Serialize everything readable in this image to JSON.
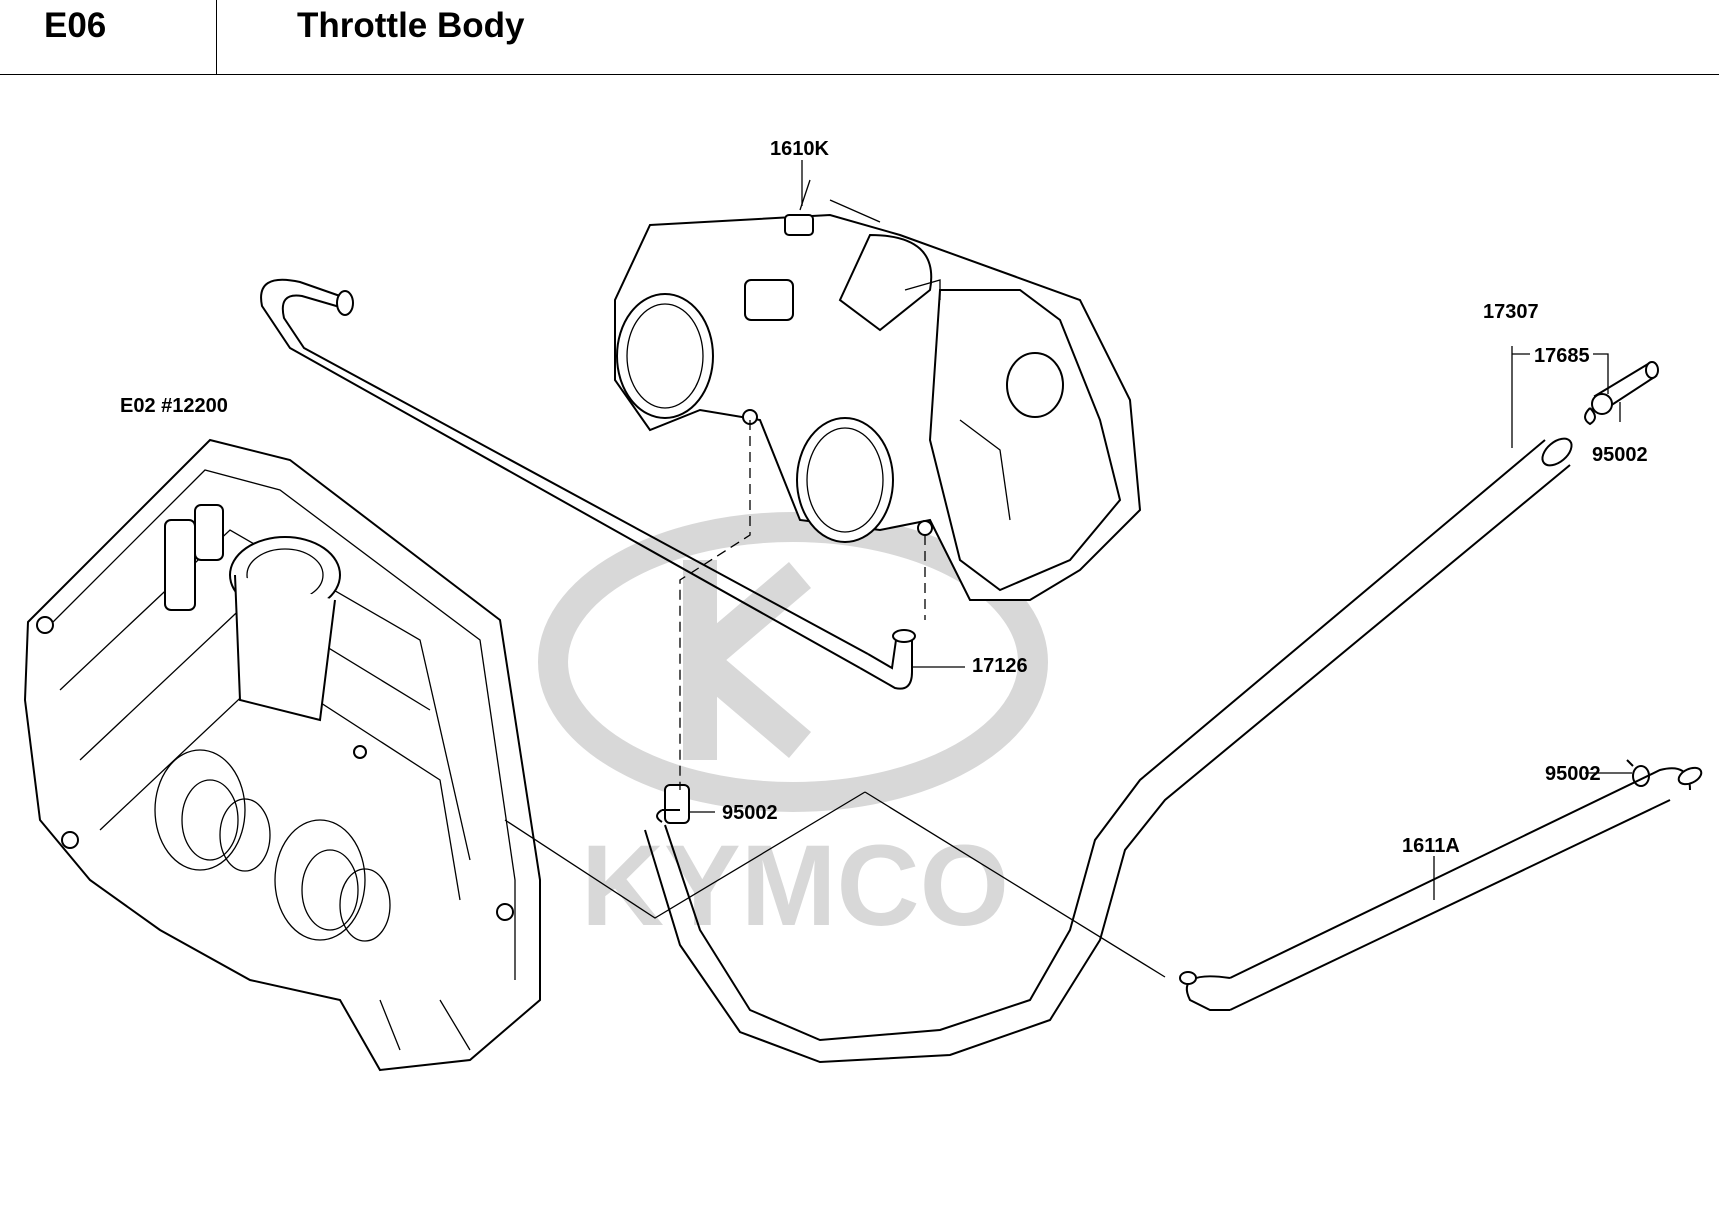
{
  "header": {
    "code": "E06",
    "title": "Throttle Body"
  },
  "watermark": {
    "brand": "KYMCO",
    "color": "#d0d0d0"
  },
  "callouts": {
    "throttle_body": "1610K",
    "cylinder_head_ref": "E02 #12200",
    "hose_upper": "17126",
    "hose_right": "17307",
    "fitting": "17685",
    "clamp_right_top": "95002",
    "clamp_center": "95002",
    "clamp_right_bottom": "95002",
    "hose_lower": "1611A"
  },
  "colors": {
    "line": "#000000",
    "background": "#ffffff"
  }
}
